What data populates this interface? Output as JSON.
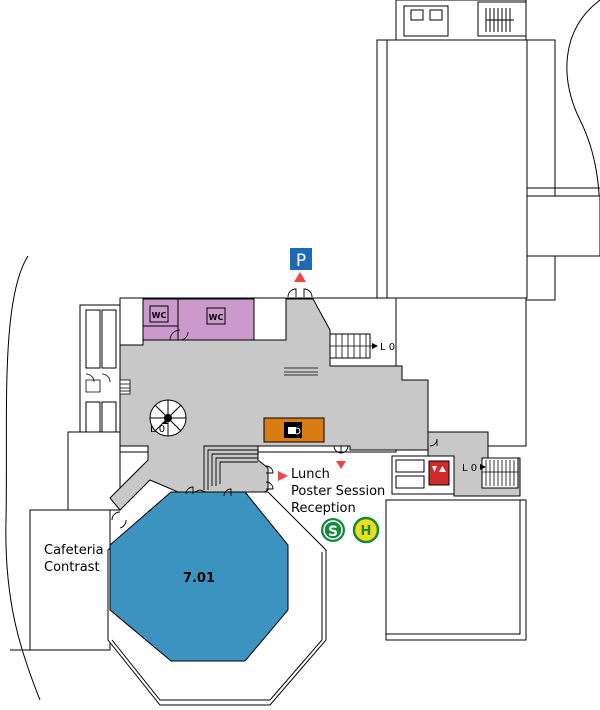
{
  "map": {
    "room_label": "7.01",
    "cafeteria_line1": "Cafeteria",
    "cafeteria_line2": "Contrast",
    "lunch": "Lunch",
    "poster_session": "Poster Session",
    "reception": "Reception",
    "level_left": "L 0",
    "level_stairs": "L 0",
    "level_right": "L 0",
    "wc_label_1": "WC",
    "wc_label_2": "WC",
    "parking_label": "P",
    "sbahn_label": "S",
    "bus_label": "H"
  },
  "colors": {
    "corridor": "#c8c8c8",
    "wc": "#cc99cc",
    "room": "#3d93bf",
    "cafe": "#d97c12",
    "parking": "#1f6ab3",
    "sbahn": "#138a3c",
    "bus": "#f2dd1a",
    "bus_ring": "#138a3c",
    "elevator": "#d12a2a",
    "arrow": "#ee4444"
  },
  "icons": {
    "coffee": "coffee-cup-icon",
    "elevator": "elevator-icon",
    "parking": "parking-icon",
    "sbahn": "sbahn-icon",
    "bus": "bus-stop-icon"
  }
}
